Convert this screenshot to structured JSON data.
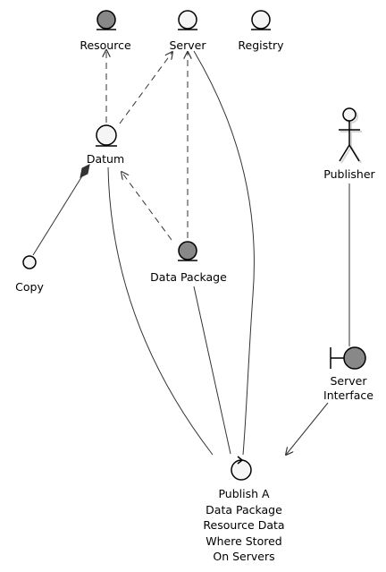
{
  "diagram": {
    "nodes": {
      "resource": {
        "label": "Resource",
        "kind": "entity",
        "fill": "#888888"
      },
      "server": {
        "label": "Server",
        "kind": "entity",
        "fill": "#f5f5f5"
      },
      "registry": {
        "label": "Registry",
        "kind": "entity",
        "fill": "#f5f5f5"
      },
      "datum": {
        "label": "Datum",
        "kind": "entity",
        "fill": "#f5f5f5"
      },
      "copy": {
        "label": "Copy",
        "kind": "interface-circle",
        "fill": "#f5f5f5"
      },
      "data_package": {
        "label": "Data Package",
        "kind": "entity",
        "fill": "#888888"
      },
      "publisher": {
        "label": "Publisher",
        "kind": "actor",
        "fill": "#f5f5f5"
      },
      "server_interface": {
        "label_lines": [
          "Server",
          "Interface"
        ],
        "kind": "boundary",
        "fill": "#888888"
      },
      "publish_use_case": {
        "label_lines": [
          "Publish A",
          "Data Package",
          "Resource Data",
          "Where Stored",
          "On Servers"
        ],
        "kind": "control",
        "fill": "#f5f5f5"
      }
    },
    "edges": [
      {
        "from": "datum",
        "to": "resource",
        "style": "dashed",
        "arrow": "open"
      },
      {
        "from": "datum",
        "to": "server",
        "style": "dashed",
        "arrow": "open"
      },
      {
        "from": "data_package",
        "to": "server",
        "style": "dashed",
        "arrow": "open"
      },
      {
        "from": "data_package",
        "to": "datum",
        "style": "dashed",
        "arrow": "open"
      },
      {
        "from": "copy",
        "to": "datum",
        "style": "solid",
        "arrow": "composition"
      },
      {
        "from": "publisher",
        "to": "server_interface",
        "style": "solid",
        "arrow": "none"
      },
      {
        "from": "server_interface",
        "to": "publish_use_case",
        "style": "solid",
        "arrow": "open"
      },
      {
        "from": "datum",
        "to": "publish_use_case",
        "style": "solid",
        "arrow": "none"
      },
      {
        "from": "data_package",
        "to": "publish_use_case",
        "style": "solid",
        "arrow": "none"
      },
      {
        "from": "server",
        "to": "publish_use_case",
        "style": "solid",
        "arrow": "none"
      }
    ],
    "colors": {
      "stroke": "#000000",
      "edge": "#333333",
      "dark_fill": "#888888",
      "light_fill": "#f5f5f5"
    }
  }
}
